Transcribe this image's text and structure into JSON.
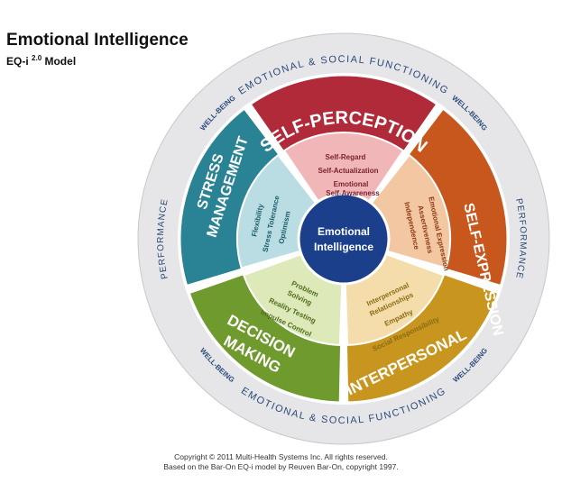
{
  "header": {
    "title": "Emotional Intelligence",
    "subtitle_prefix": "EQ-i",
    "subtitle_sup": "2.0",
    "subtitle_suffix": "Model"
  },
  "outer_ring": {
    "top": "EMOTIONAL & SOCIAL FUNCTIONING",
    "bottom": "EMOTIONAL & SOCIAL FUNCTIONING",
    "left": "PERFORMANCE",
    "right": "PERFORMANCE",
    "well_being_tl": "WELL-BEING",
    "well_being_tr": "WELL-BEING",
    "well_being_bl": "WELL-BEING",
    "well_being_br": "WELL-BEING"
  },
  "center": {
    "line1": "Emotional",
    "line2": "Intelligence",
    "color": "#1b3f8b"
  },
  "composites": [
    {
      "key": "self_perception",
      "name_line1": "SELF-PERCEPTION",
      "name_line2": "",
      "color": "#b02a3a",
      "inner_color": "#f1b6b8",
      "subscales": [
        "Self-Regard",
        "Self-Actualization",
        "Emotional",
        "Self-Awareness"
      ]
    },
    {
      "key": "self_expression",
      "name_line1": "SELF-EXPRESSION",
      "name_line2": "",
      "color": "#c8571e",
      "inner_color": "#f3c7a2",
      "subscales": [
        "Emotional Expression",
        "Assertiveness",
        "Independence"
      ]
    },
    {
      "key": "interpersonal",
      "name_line1": "INTERPERSONAL",
      "name_line2": "",
      "color": "#c8961e",
      "inner_color": "#f4ddaa",
      "subscales": [
        "Interpersonal",
        "Relationships",
        "Empathy",
        "Social Responsibility"
      ]
    },
    {
      "key": "decision_making",
      "name_line1": "DECISION",
      "name_line2": "MAKING",
      "color": "#6f9a2e",
      "inner_color": "#dde9b9",
      "subscales": [
        "Problem",
        "Solving",
        "Reality Testing",
        "Impulse Control"
      ]
    },
    {
      "key": "stress_management",
      "name_line1": "STRESS",
      "name_line2": "MANAGEMENT",
      "color": "#2a8295",
      "inner_color": "#b9dde3",
      "subscales": [
        "Flexibility",
        "Stress Tolerance",
        "Optimism"
      ]
    }
  ],
  "copyright": {
    "line1": "Copyright © 2011 Multi-Health Systems Inc. All rights reserved.",
    "line2": "Based on the Bar-On EQ-i model by Reuven Bar-On, copyright 1997."
  }
}
